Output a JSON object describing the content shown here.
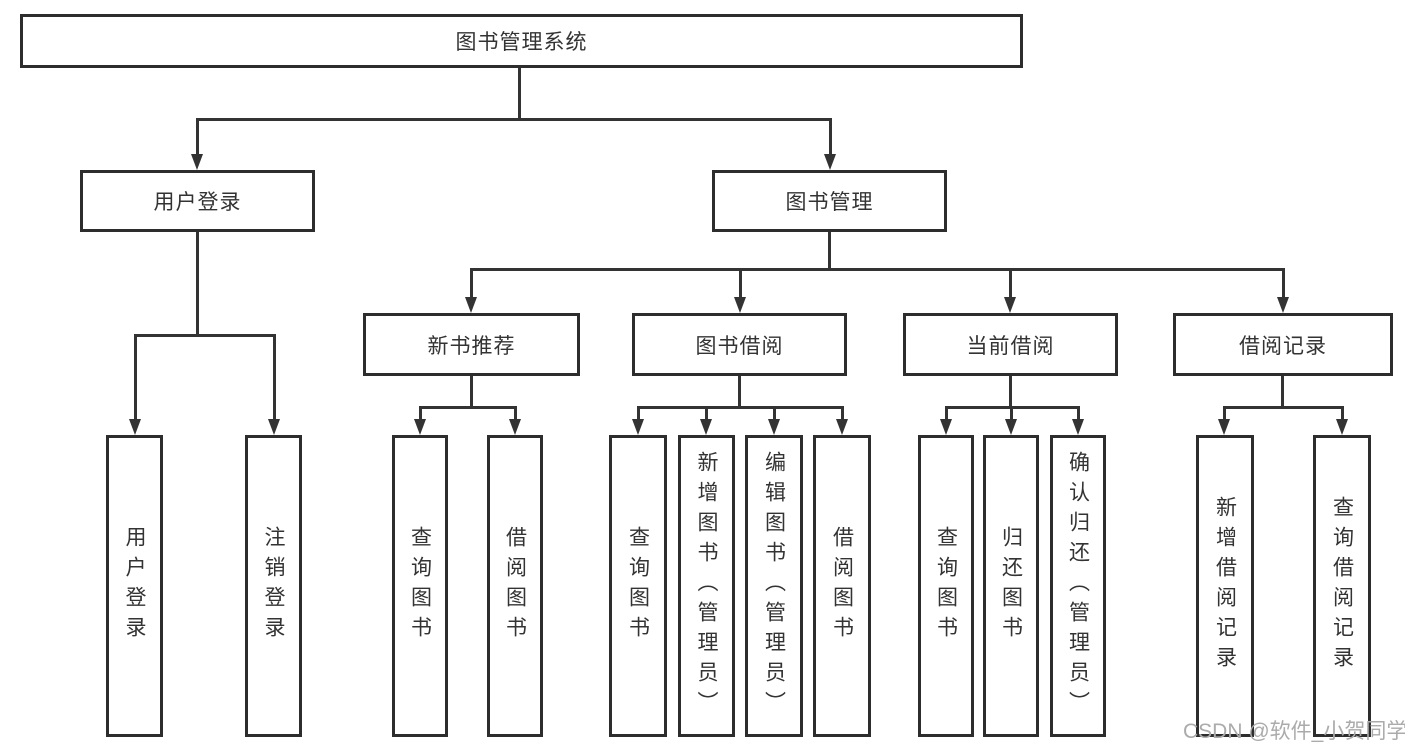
{
  "tree": {
    "root": {
      "label": "图书管理系统"
    },
    "branches": [
      {
        "label": "用户登录",
        "children": [
          {
            "label": "用户登录"
          },
          {
            "label": "注销登录"
          }
        ]
      },
      {
        "label": "图书管理",
        "children": [
          {
            "label": "新书推荐",
            "children": [
              {
                "label": "查询图书"
              },
              {
                "label": "借阅图书"
              }
            ]
          },
          {
            "label": "图书借阅",
            "children": [
              {
                "label": "查询图书"
              },
              {
                "label": "新增图书（管理员）"
              },
              {
                "label": "编辑图书（管理员）"
              },
              {
                "label": "借阅图书"
              }
            ]
          },
          {
            "label": "当前借阅",
            "children": [
              {
                "label": "查询图书"
              },
              {
                "label": "归还图书"
              },
              {
                "label": "确认归还（管理员）"
              }
            ]
          },
          {
            "label": "借阅记录",
            "children": [
              {
                "label": "新增借阅记录"
              },
              {
                "label": "查询借阅记录"
              }
            ]
          }
        ]
      }
    ]
  },
  "watermark": "CSDN @软件_小贺同学",
  "colors": {
    "line": "#333333",
    "box_border": "#2d2d2d",
    "text": "#333333",
    "watermark": "#ababab",
    "background": "#ffffff"
  }
}
